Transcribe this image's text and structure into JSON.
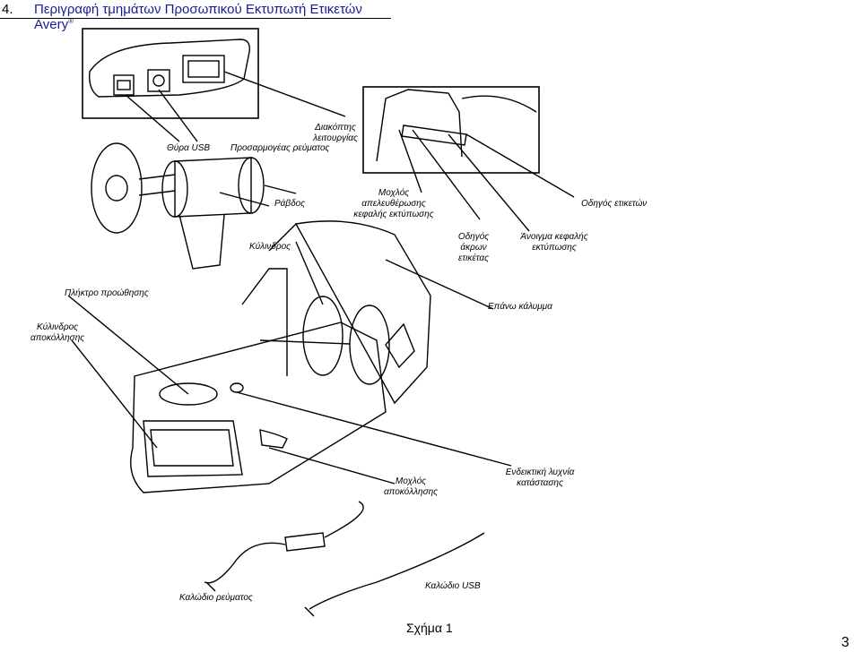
{
  "header": {
    "section_number": "4.",
    "title": "Περιγραφή τμημάτων Προσωπικού Εκτυπωτή Ετικετών Avery",
    "title_mark": "®"
  },
  "labels": {
    "usb_port": "Θύρα USB",
    "power_adapter": "Προσαρμογέας ρεύματος",
    "power_switch": "Διακόπτης λειτουργίας",
    "rod": "Ράβδος",
    "head_release_lever": "Μοχλός απελευθέρωσης κεφαλής εκτύπωσης",
    "label_guide": "Οδηγός ετικετών",
    "roller": "Κύλινδρος",
    "label_edge_guide": "Οδηγός άκρων ετικέτας",
    "head_opening": "Άνοιγμα κεφαλής εκτύπωσης",
    "feed_key": "Πλήκτρο προώθησης",
    "top_cover": "Επάνω κάλυμμα",
    "peel_roller": "Κύλινδρος αποκόλλησης",
    "peel_lever": "Μοχλός αποκόλλησης",
    "status_led": "Ενδεικτική λυχνία κατάστασης",
    "power_cable": "Καλώδιο ρεύματος",
    "usb_cable": "Καλώδιο USB"
  },
  "figure_caption": "Σχήμα 1",
  "page_number": "3"
}
